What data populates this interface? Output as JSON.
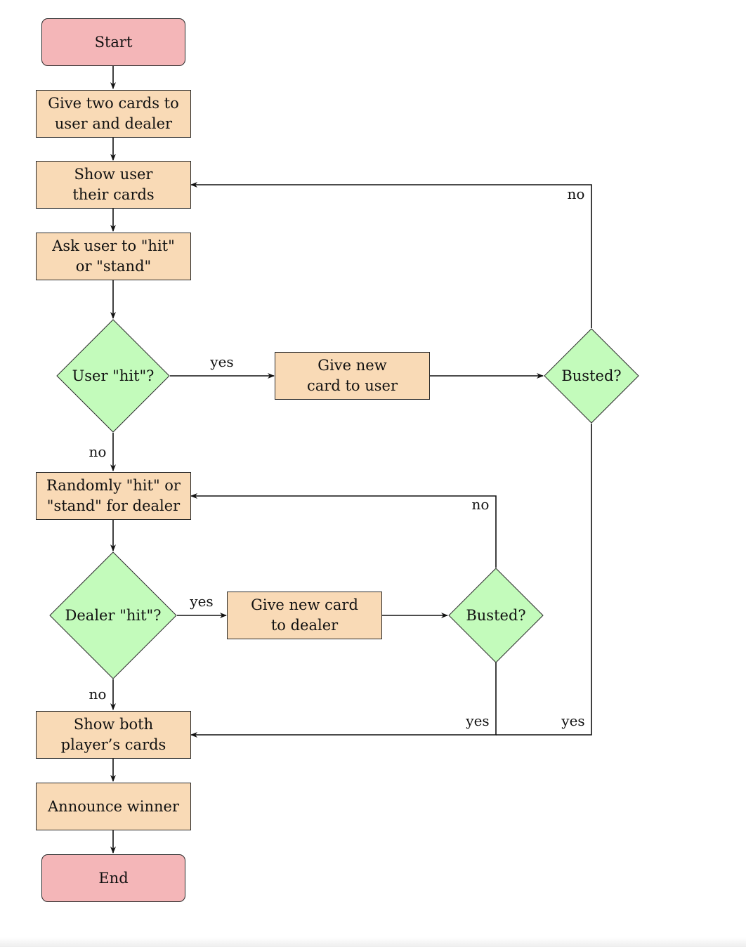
{
  "nodes": {
    "start": "Start",
    "give_two_cards": "Give two cards to user and dealer",
    "show_user_cards": "Show user their cards",
    "ask_user": "Ask user to \"hit\" or \"stand\"",
    "user_hit": "User \"hit\"?",
    "give_card_user": "Give new card to user",
    "busted_user": "Busted?",
    "dealer_random": "Randomly \"hit\" or \"stand\" for dealer",
    "dealer_hit": "Dealer \"hit\"?",
    "give_card_dealer": "Give new card to dealer",
    "busted_dealer": "Busted?",
    "show_both": "Show both player’s cards",
    "announce": "Announce winner",
    "end": "End"
  },
  "edge_labels": {
    "user_hit_yes": "yes",
    "user_hit_no": "no",
    "busted_user_no": "no",
    "busted_user_yes": "yes",
    "dealer_hit_yes": "yes",
    "dealer_hit_no": "no",
    "busted_dealer_no": "no",
    "busted_dealer_yes": "yes"
  },
  "colors": {
    "terminal": "#f4b6b8",
    "process": "#f9dab6",
    "decision": "#c3fbbb"
  }
}
